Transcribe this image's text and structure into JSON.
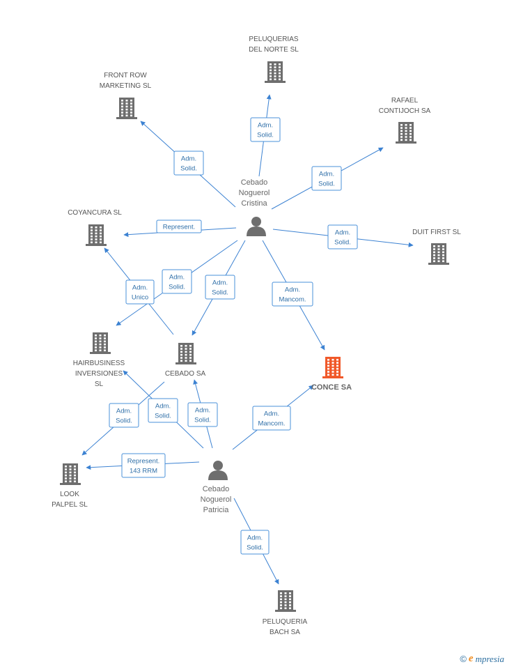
{
  "colors": {
    "edge": "#3c82d2",
    "label_border": "#4a90d9",
    "label_text": "#2f6fa8",
    "company_icon": "#6e6e6e",
    "focus_icon": "#f0592a",
    "person_icon": "#6e6e6e"
  },
  "nodes": [
    {
      "id": "peluquerias_norte",
      "type": "company",
      "icon": "building-icon",
      "lines": [
        "PELUQUERIAS",
        "DEL NORTE SL"
      ]
    },
    {
      "id": "front_row",
      "type": "company",
      "icon": "building-icon",
      "lines": [
        "FRONT ROW",
        "MARKETING  SL"
      ]
    },
    {
      "id": "rafael",
      "type": "company",
      "icon": "building-icon",
      "lines": [
        "RAFAEL",
        "CONTIJOCH SA"
      ]
    },
    {
      "id": "cristina",
      "type": "person",
      "icon": "person-icon",
      "lines": [
        "Cebado",
        "Noguerol",
        "Cristina"
      ]
    },
    {
      "id": "coyancura",
      "type": "company",
      "icon": "building-icon",
      "lines": [
        "COYANCURA SL"
      ]
    },
    {
      "id": "duit",
      "type": "company",
      "icon": "building-icon",
      "lines": [
        "DUIT FIRST SL"
      ]
    },
    {
      "id": "hairbusiness",
      "type": "company",
      "icon": "building-icon",
      "lines": [
        "HAIRBUSINESS",
        "INVERSIONES",
        "SL"
      ]
    },
    {
      "id": "cebado_sa",
      "type": "company",
      "icon": "building-icon",
      "lines": [
        "CEBADO SA"
      ]
    },
    {
      "id": "conce",
      "type": "focus",
      "icon": "building-icon",
      "lines": [
        "CONCE SA"
      ]
    },
    {
      "id": "look",
      "type": "company",
      "icon": "building-icon",
      "lines": [
        "LOOK",
        "PALPEL SL"
      ]
    },
    {
      "id": "patricia",
      "type": "person",
      "icon": "person-icon",
      "lines": [
        "Cebado",
        "Noguerol",
        "Patricia"
      ]
    },
    {
      "id": "bach",
      "type": "company",
      "icon": "building-icon",
      "lines": [
        "PELUQUERIA",
        "BACH SA"
      ]
    }
  ],
  "edges": [
    {
      "from": "cristina",
      "to": "peluquerias_norte",
      "label": [
        "Adm.",
        "Solid."
      ]
    },
    {
      "from": "cristina",
      "to": "front_row",
      "label": [
        "Adm.",
        "Solid."
      ]
    },
    {
      "from": "cristina",
      "to": "rafael",
      "label": [
        "Adm.",
        "Solid."
      ]
    },
    {
      "from": "cristina",
      "to": "coyancura",
      "label": [
        "Represent."
      ]
    },
    {
      "from": "cristina",
      "to": "duit",
      "label": [
        "Adm.",
        "Solid."
      ]
    },
    {
      "from": "cristina",
      "to": "hairbusiness",
      "label": [
        "Adm.",
        "Solid."
      ]
    },
    {
      "from": "cristina",
      "to": "cebado_sa",
      "label": [
        "Adm.",
        "Solid."
      ]
    },
    {
      "from": "cristina",
      "to": "conce",
      "label": [
        "Adm.",
        "Mancom."
      ]
    },
    {
      "from": "cebado_sa",
      "to": "coyancura",
      "label": [
        "Adm.",
        "Unico"
      ]
    },
    {
      "from": "patricia",
      "to": "look",
      "label": [
        "Represent.",
        "143 RRM"
      ]
    },
    {
      "from": "patricia",
      "to": "hairbusiness",
      "label": [
        "Adm.",
        "Solid."
      ]
    },
    {
      "from": "patricia",
      "to": "cebado_sa",
      "label": [
        "Adm.",
        "Solid."
      ]
    },
    {
      "from": "patricia",
      "to": "conce",
      "label": [
        "Adm.",
        "Mancom."
      ]
    },
    {
      "from": "patricia",
      "to": "bach",
      "label": [
        "Adm.",
        "Solid."
      ]
    },
    {
      "from": "cebado_sa",
      "to": "look",
      "label": [
        "Adm.",
        "Solid."
      ]
    }
  ],
  "brand": {
    "copyright": "©",
    "initial": "e",
    "name": "mpresia"
  }
}
